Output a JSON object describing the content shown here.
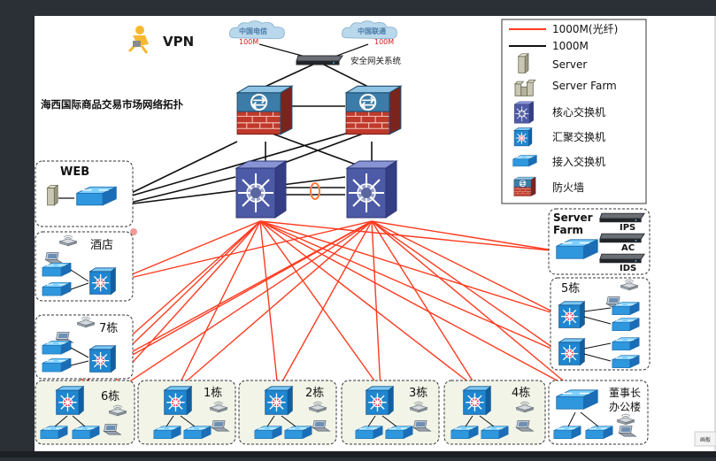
{
  "title": "海西国际商品交易市场网络拓扑",
  "vpn_label": "VPN",
  "isp": [
    {
      "name": "中国电信",
      "bw": "100M"
    },
    {
      "name": "中国联通",
      "bw": "100M"
    }
  ],
  "gateway_label": "安全网关系统",
  "legend": {
    "fiber": "1000M(光纤)",
    "copper": "1000M",
    "server": "Server",
    "server_farm": "Server Farm",
    "core": "核心交换机",
    "aggregation": "汇聚交换机",
    "access": "接入交换机",
    "firewall": "防火墙"
  },
  "web_label": "WEB",
  "serverfarm": {
    "line1": "Server",
    "line2": "Farm",
    "devices": [
      "IPS",
      "AC",
      "IDS"
    ]
  },
  "buildings": {
    "hotel": "酒店",
    "b7": "7栋",
    "b6": "6栋",
    "b1": "1栋",
    "b2": "2栋",
    "b3": "3栋",
    "b4": "4栋",
    "b5": "5栋",
    "boardroom_line1": "董事长",
    "boardroom_line2": "办公楼"
  },
  "corner_text": "画板",
  "colors": {
    "fiber": "#ff3b1f",
    "copper": "#111111",
    "device": "#3ea0e0",
    "core": "#4b56a8",
    "firewall": "#c0392b"
  }
}
